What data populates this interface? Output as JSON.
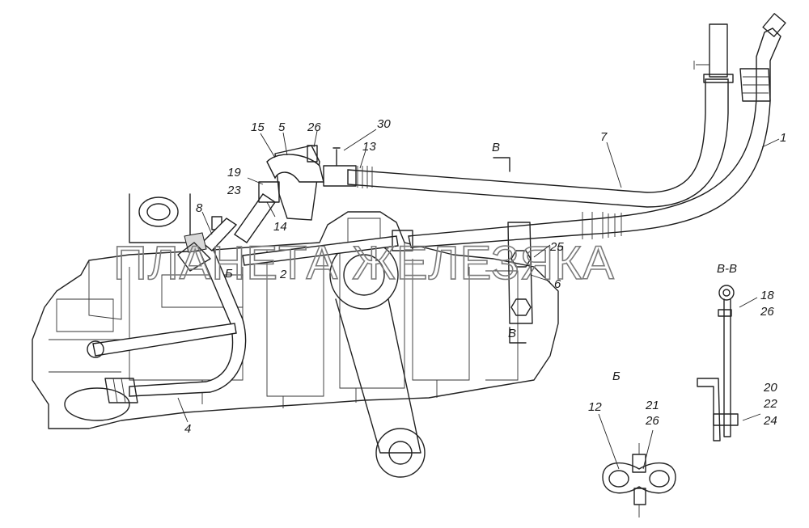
{
  "watermark": "ПЛАНЕТА ЖЕЛЕЗЯКА",
  "part_labels": {
    "p1": "1",
    "p2": "2",
    "p4": "4",
    "p5": "5",
    "p6": "6",
    "p7": "7",
    "p8": "8",
    "p12": "12",
    "p13": "13",
    "p14": "14",
    "p15": "15",
    "p19": "19",
    "p23": "23",
    "p25": "25",
    "p26a": "26",
    "p30": "30",
    "p18": "18",
    "p26b": "26",
    "p20": "20",
    "p22": "22",
    "p24": "24",
    "p21": "21",
    "p26c": "26"
  },
  "section_labels": {
    "b_main": "Б",
    "b_detail": "Б",
    "v_top": "В",
    "v_bottom": "В",
    "vv_title": "В-В"
  }
}
